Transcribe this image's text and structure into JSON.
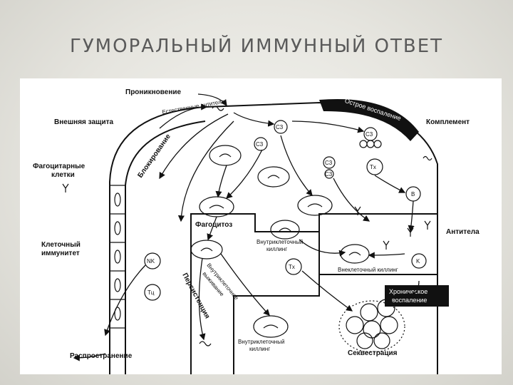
{
  "title": "ГУМОРАЛЬНЫЙ ИММУННЫЙ ОТВЕТ",
  "labels": {
    "penetration": "Проникновение",
    "external_defense": "Внешняя защита",
    "natural_antibodies": "Естественные антитела",
    "sharp_inflammation": "Острое воспаление",
    "complement": "Комплемент",
    "blocking": "Блокирование",
    "phagocytic_cells_1": "Фагоцитарные",
    "phagocytic_cells_2": "клетки",
    "phagocytosis": "Фагоцитоз",
    "intracellular_killing_1a": "Внутриклеточный",
    "intracellular_killing_1b": "киллинг",
    "antibodies": "Антитела",
    "cellular_immunity_1": "Клеточный",
    "cellular_immunity_2": "иммунитет",
    "intracellular_growth_1": "Внутриклеточное",
    "intracellular_growth_2": "выживание",
    "persistence": "Персистенция",
    "extracellular_killing": "Внеклеточный киллинг",
    "chronic_inflammation_1": "Хроническое",
    "chronic_inflammation_2": "воспаление",
    "intracellular_killing_2a": "Внутриклеточный",
    "intracellular_killing_2b": "киллинг",
    "sequestration": "Секвестрация",
    "spread": "Распространение"
  },
  "cells": {
    "c3_a": "C3",
    "c3_b": "C3",
    "c3_c": "C3",
    "c3_d": "C3",
    "c3_chain": "C3",
    "th_1": "Tх",
    "th_2": "Tх",
    "b_cell": "B",
    "k_cell": "K",
    "nk_cell": "NK",
    "tc_cell": "Tц"
  }
}
